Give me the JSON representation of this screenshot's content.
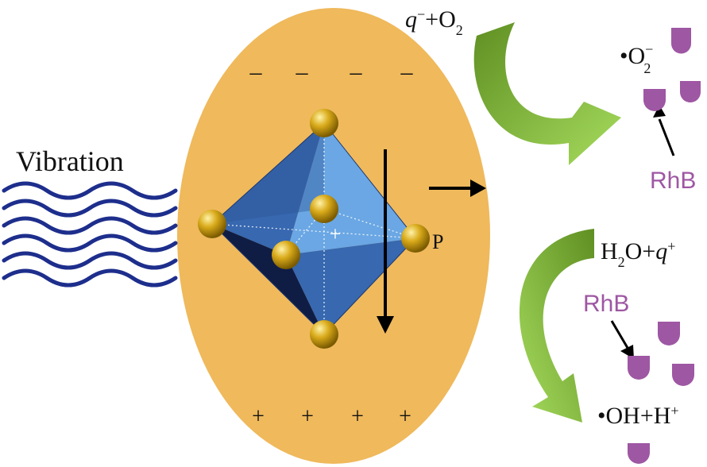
{
  "labels": {
    "vibration": "Vibration",
    "polarization": "P",
    "rhb_top": "RhB",
    "rhb_bottom": "RhB",
    "reaction_top": {
      "q": "q",
      "charge": "−",
      "plus": "+O",
      "sub": "2"
    },
    "product_top": {
      "dot": "•O",
      "sub": "2",
      "sup": "−"
    },
    "reaction_bottom": {
      "pre": "H",
      "sub": "2",
      "mid": "O+",
      "q": "q",
      "sup": "+"
    },
    "product_bottom": {
      "main": "•OH+H",
      "sup": "+"
    }
  },
  "signs": {
    "negative": "–",
    "positive": "+",
    "center": "+"
  },
  "colors": {
    "particle": "#f1b84a",
    "octa_dark": "#1f3e78",
    "octa_mid": "#3a6fb7",
    "octa_light": "#6ea9e6",
    "ball": "#c99a10",
    "wave": "#1d2e8c",
    "rhb": "#9e57a3",
    "arrow_dark": "#6d9b2a",
    "arrow_light": "#9fd45a"
  },
  "icons": {
    "wave": "vibration-wave-icon",
    "drop": "rhb-droplet-icon"
  }
}
